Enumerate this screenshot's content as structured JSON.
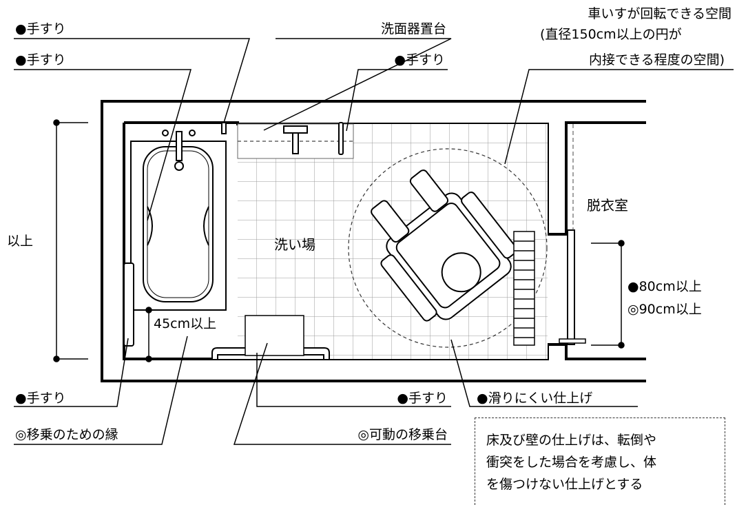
{
  "labels": {
    "handrail_1": "●手すり",
    "handrail_2": "●手すり",
    "handrail_3": "●手すり",
    "washbasin_stand": "洗面器置台",
    "turning_space_line1": "車いすが回転できる空間",
    "turning_space_line2": "(直径150cm以上の円が",
    "turning_space_line3": "内接できる程度の空間)",
    "dressing_room": "脱衣室",
    "height_range": "以上",
    "wash_area": "洗い場",
    "rim_height": "45cm以上",
    "door_width_1": "●80cm以上",
    "door_width_2": "◎90cm以上",
    "handrail_bottom_left": "●手すり",
    "transfer_rim": "◎移乗のための縁",
    "handrail_bottom_mid": "●手すり",
    "movable_transfer_bench": "◎可動の移乗台",
    "non_slip_finish": "●滑りにくい仕上げ"
  },
  "note": {
    "lines": [
      "床及び壁の仕上げは、転倒や",
      "衝突をした場合を考慮し、体",
      "を傷つけない仕上げとする"
    ]
  }
}
